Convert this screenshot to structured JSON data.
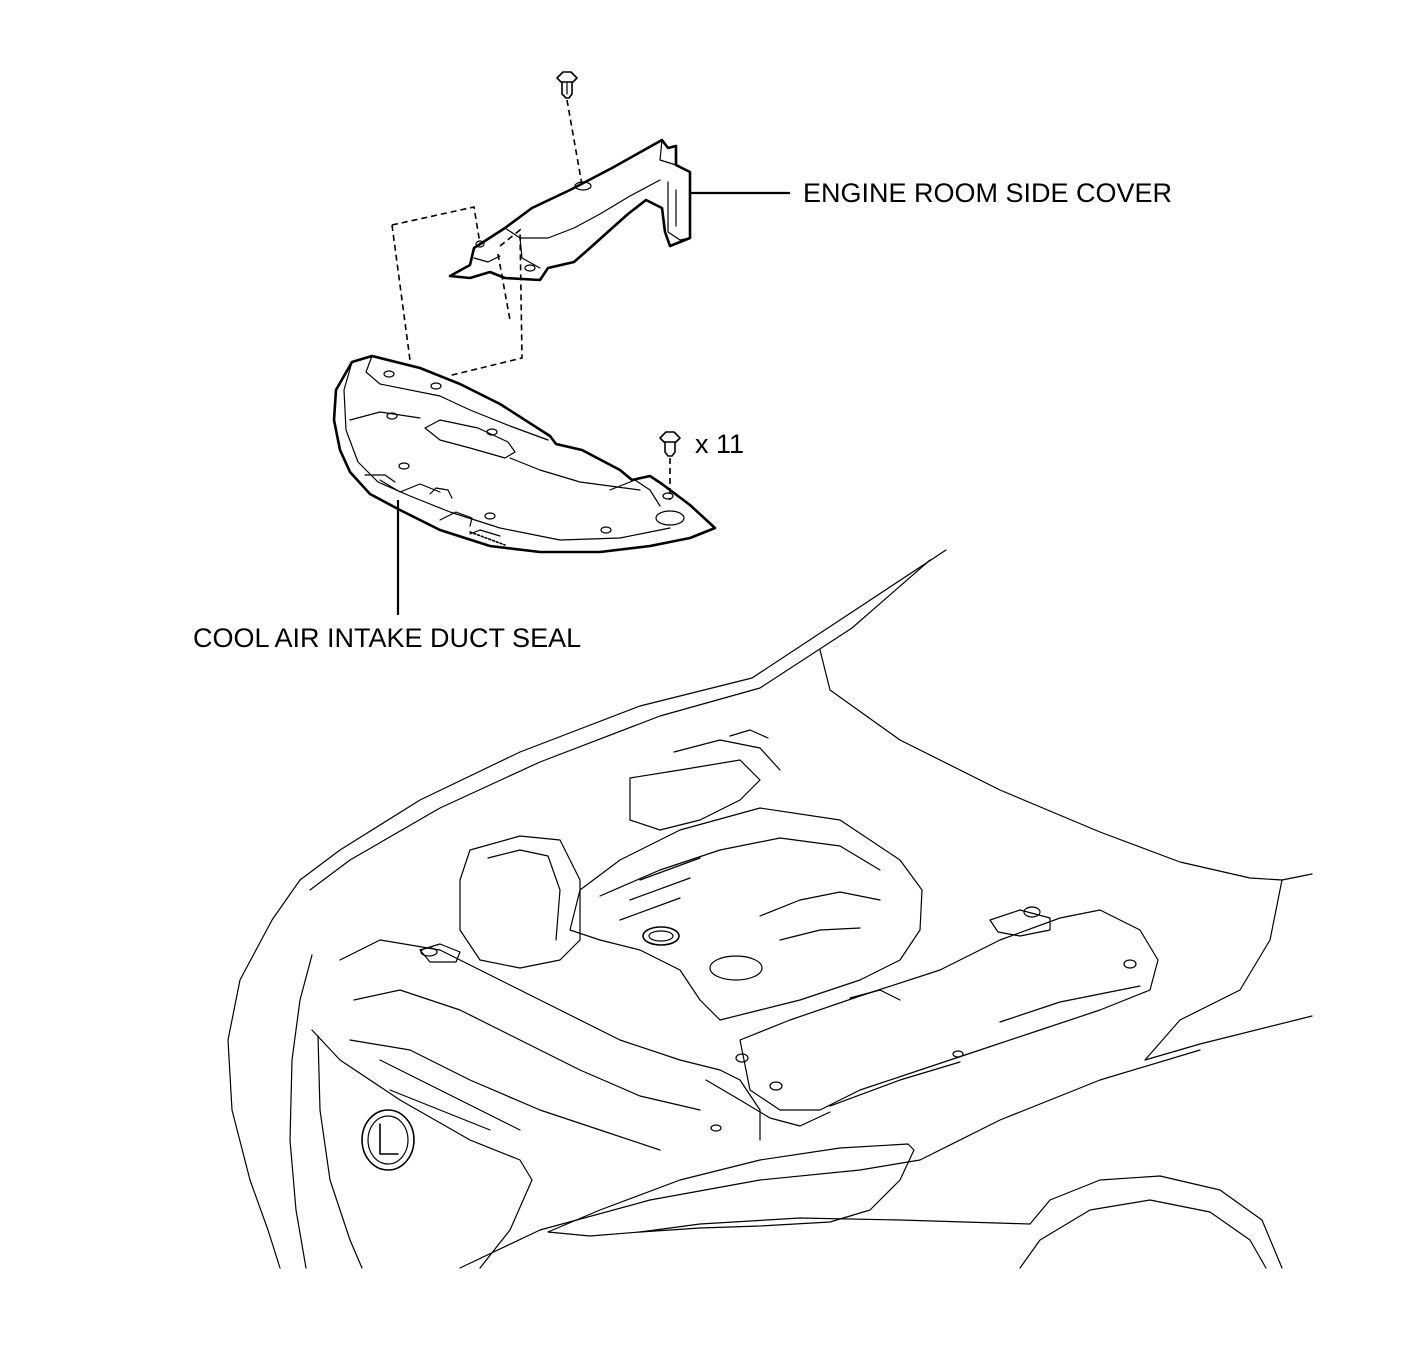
{
  "callouts": {
    "engine_room_side_cover": "ENGINE ROOM SIDE COVER",
    "cool_air_intake_duct_seal": "COOL AIR INTAKE DUCT SEAL",
    "clip_quantity": "x 11"
  },
  "parts": [
    "engine-room-side-cover",
    "cool-air-intake-duct-seal",
    "clip",
    "vehicle-front-engine-bay"
  ]
}
